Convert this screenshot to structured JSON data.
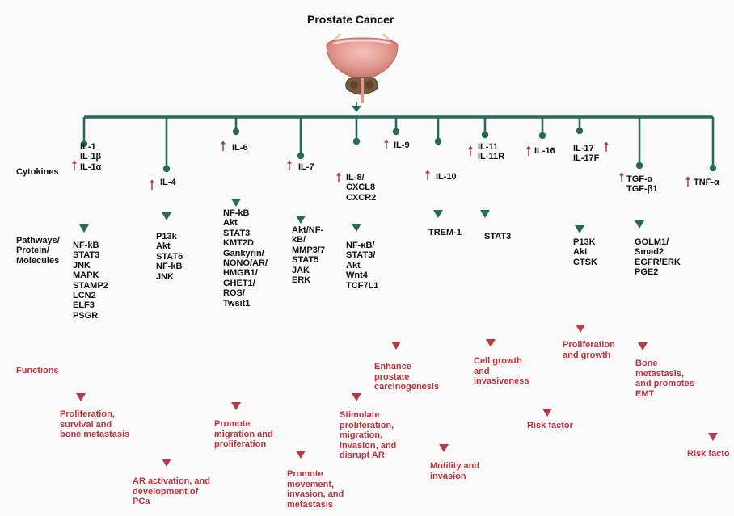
{
  "title": "Prostate Cancer",
  "row_labels": {
    "cytokines": "Cytokines",
    "pathways": "Pathways/\nProtein/\nMolecules",
    "functions": "Functions"
  },
  "colors": {
    "pathway_line": "#27695a",
    "function_line": "#b73a46",
    "function_text": "#c0313b",
    "up_arrow": "#a8323c",
    "bladder": "#e29a90"
  },
  "icons": {
    "organ": "prostate-bladder-icon",
    "increase": "up-arrow-icon"
  },
  "branches": [
    {
      "cytokine": "IL-1\nIL-1β\nIL-1α",
      "pathways": "NF-kB\nSTAT3\nJNK\nMAPK\nSTAMP2\nLCN2\nELF3\nPSGR",
      "function": "Proliferation,\nsurvival and\nbone metastasis"
    },
    {
      "cytokine": "IL-4",
      "pathways": "P13k\nAkt\nSTAT6\nNF-kB\nJNK",
      "function": "AR activation, and\ndevelopment of\nPCa"
    },
    {
      "cytokine": "IL-6",
      "pathways": "NF-kB\nAkt\nSTAT3\nKMT2D\nGankyrin/\nNONO/AR/\nHMGB1/\nGHET1/\nROS/\nTwsit1",
      "function": "Promote\nmigration and\nproliferation"
    },
    {
      "cytokine": "IL-7",
      "pathways": "Akt/NF-\nkB/\nMMP3/7\nSTAT5\nJAK\nERK",
      "function": "Promote\nmovement,\ninvasion, and\nmetastasis"
    },
    {
      "cytokine": "IL-8/\nCXCL8\nCXCR2",
      "pathways": "NF-κB/\nSTAT3/\nAkt\nWnt4\nTCF7L1",
      "function": "Stimulate\nproliferation,\nmigration,\ninvasion, and\ndisrupt AR"
    },
    {
      "cytokine": "IL-9",
      "pathways": "",
      "function": "Enhance\nprostate\ncarcinogenesis"
    },
    {
      "cytokine": "IL-10",
      "pathways": "TREM-1",
      "function": "Motility and\ninvasion"
    },
    {
      "cytokine": "IL-11\nIL-11R",
      "pathways": "STAT3",
      "function": "Cell growth\nand\ninvasiveness"
    },
    {
      "cytokine": "IL-16",
      "pathways": "",
      "function": "Risk factor"
    },
    {
      "cytokine": "IL-17\nIL-17F",
      "pathways": "P13K\nAkt\nCTSK",
      "function": "Proliferation\nand growth"
    },
    {
      "cytokine": "TGF-α\nTGF-β1",
      "pathways": "GOLM1/\nSmad2\nEGFR/ERK\nPGE2",
      "function": "Bone\nmetastasis,\nand promotes\nEMT"
    },
    {
      "cytokine": "TNF-α",
      "pathways": "",
      "function": "Risk facto"
    }
  ]
}
